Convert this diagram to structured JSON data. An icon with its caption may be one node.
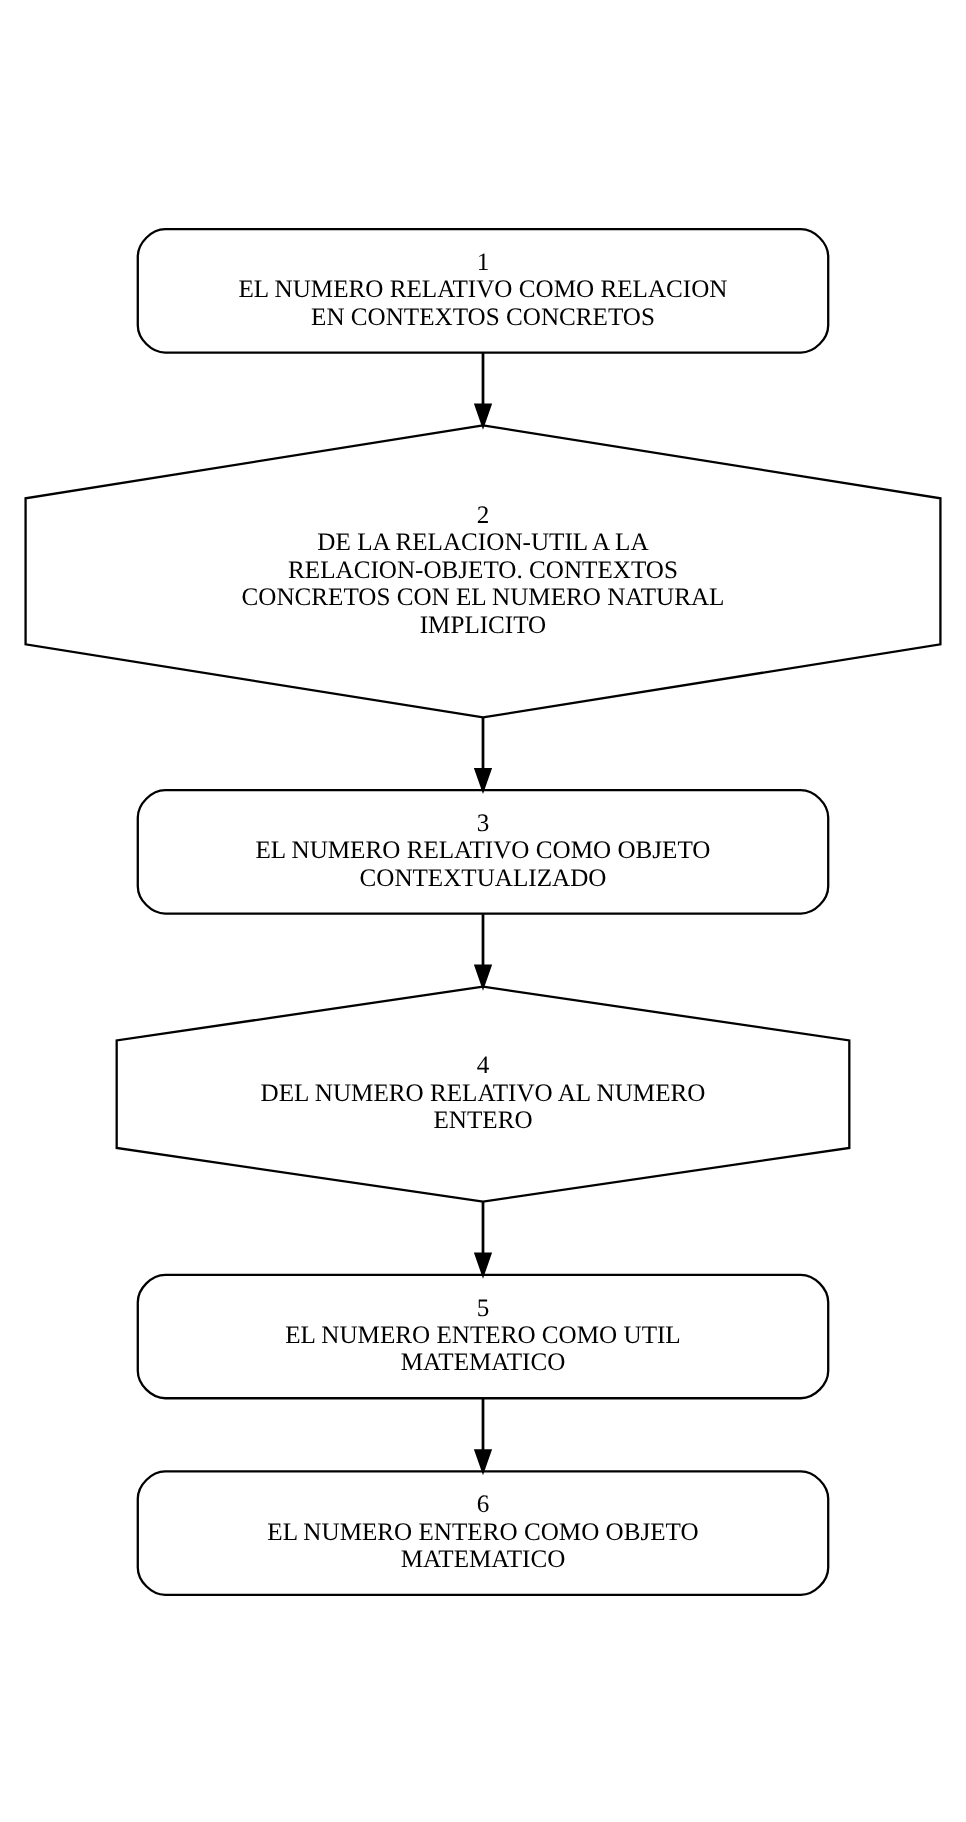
{
  "diagram": {
    "nodes": [
      {
        "text": [
          "1",
          "EL NUMERO RELATIVO COMO RELACION EN CONTEXTOS CONCRETOS"
        ]
      },
      {
        "text": [
          "2",
          "DE LA RELACION-UTIL A LA RELACION-OBJETO. CONTEXTOS CONCRETOS CON EL NUMERO NATURAL IMPLICITO"
        ]
      },
      {
        "text": [
          "3",
          "EL NUMERO RELATIVO COMO OBJETO CONTEXTUALIZADO"
        ]
      },
      {
        "text": [
          "4",
          "DEL NUMERO RELATIVO AL NUMERO ENTERO"
        ]
      },
      {
        "text": [
          "5",
          "EL NUMERO ENTERO COMO UTIL MATEMATICO"
        ]
      },
      {
        "text": [
          "6",
          "EL NUMERO ENTERO COMO OBJETO MATEMATICO"
        ]
      }
    ],
    "edges": [
      {
        "from": 0,
        "to": 1,
        "arrow": "to"
      },
      {
        "from": 1,
        "to": 2,
        "arrow": "to"
      },
      {
        "from": 2,
        "to": 3,
        "arrow": "to"
      },
      {
        "from": 3,
        "to": 4,
        "arrow": "to"
      },
      {
        "from": 4,
        "to": 5,
        "arrow": "to"
      }
    ]
  }
}
